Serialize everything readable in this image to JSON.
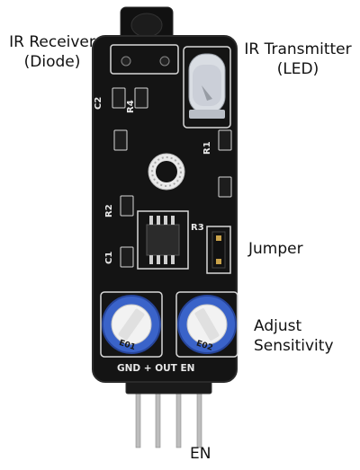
{
  "labels": {
    "ir_receiver": "IR Receiver",
    "ir_receiver_sub": "(Diode)",
    "ir_transmitter": "IR Transmitter",
    "ir_transmitter_sub": "(LED)",
    "jumper": "Jumper",
    "adjust": "Adjust",
    "sensitivity": "Sensitivity",
    "en_bottom": "EN"
  },
  "silkscreen": {
    "c2": "C2",
    "r4": "R4",
    "r1": "R1",
    "r2": "R2",
    "r3": "R3",
    "c1": "C1",
    "pot1": "E01",
    "pot2": "E02",
    "pins": "GND + OUT EN"
  },
  "colors": {
    "pcb": "#141414",
    "pcb_edge": "#2a2a2a",
    "silk": "#e8e8e8",
    "pot_blue": "#3a63c9",
    "pot_white": "#f2f2f2",
    "pin_metal": "#b8b8b8",
    "header_black": "#1a1a1a"
  }
}
